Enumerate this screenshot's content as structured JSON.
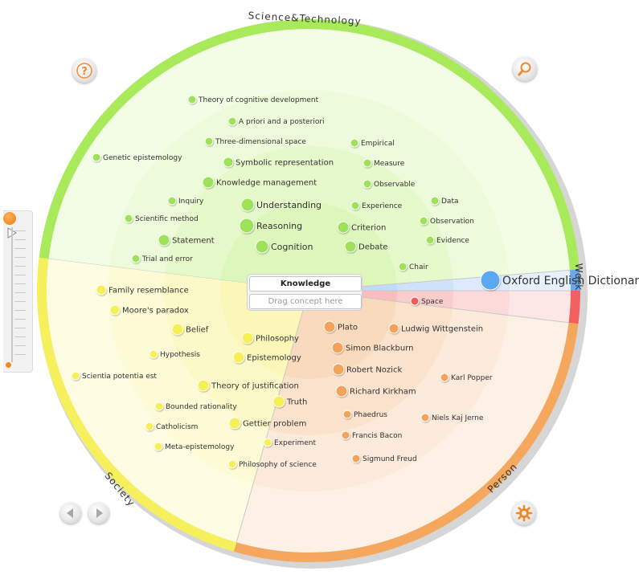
{
  "center": {
    "concept": "Knowledge",
    "drop_placeholder": "Drag concept here"
  },
  "sectors": [
    {
      "id": "science",
      "title": "Science&Technology",
      "color": "#a9ea5a",
      "fill": "#f3fde6"
    },
    {
      "id": "society",
      "title": "Society",
      "color": "#f5f05c",
      "fill": "#fdfce2"
    },
    {
      "id": "person",
      "title": "Person",
      "color": "#f5a85d",
      "fill": "#fdf1e6"
    },
    {
      "id": "work",
      "title": "Work",
      "color": "#6aa8ee",
      "fill": "#e7f1fd"
    },
    {
      "id": "place",
      "title": "",
      "color": "#f26060",
      "fill": "#fde6e6"
    }
  ],
  "concepts": {
    "science": [
      "Theory of cognitive development",
      "A priori and a posteriori",
      "Three-dimensional space",
      "Symbolic representation",
      "Knowledge management",
      "Genetic epistemology",
      "Empirical",
      "Measure",
      "Observable",
      "Inquiry",
      "Understanding",
      "Experience",
      "Data",
      "Scientific method",
      "Reasoning",
      "Criterion",
      "Observation",
      "Statement",
      "Evidence",
      "Cognition",
      "Debate",
      "Trial and error",
      "Chair"
    ],
    "society": [
      "Family resemblance",
      "Moore's paradox",
      "Belief",
      "Philosophy",
      "Hypothesis",
      "Epistemology",
      "Scientia potentia est",
      "Theory of justification",
      "Truth",
      "Bounded rationality",
      "Gettier problem",
      "Catholicism",
      "Experiment",
      "Meta-epistemology",
      "Philosophy of science"
    ],
    "person": [
      "Plato",
      "Ludwig Wittgenstein",
      "Simon Blackburn",
      "Robert Nozick",
      "Karl Popper",
      "Richard Kirkham",
      "Phaedrus",
      "Niels Kaj Jerne",
      "Francis Bacon",
      "Sigmund Freud"
    ],
    "work": [
      "Oxford English Dictionary"
    ],
    "place": [
      "Space"
    ]
  },
  "icons": {
    "help": "help-icon",
    "search": "search-icon",
    "back": "back-arrow-icon",
    "forward": "forward-arrow-icon",
    "settings": "gear-icon"
  },
  "colors": {
    "science_dot": "#9ee25a",
    "society_dot": "#f5f054",
    "person_dot": "#f5a35a",
    "work_dot": "#5aa7f2",
    "place_dot": "#f05a5a",
    "button_icon": "#ee8a2a"
  }
}
